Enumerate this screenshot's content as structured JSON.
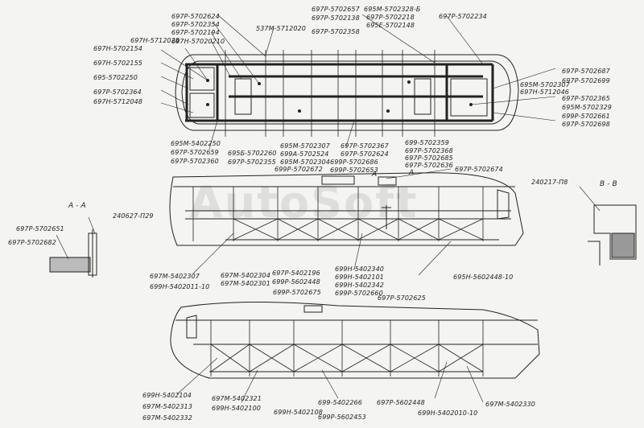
{
  "watermark": "AutoSoft",
  "section_labels": {
    "aa": "А - А",
    "vv": "В - В",
    "a_top": "А",
    "a_mid": "А"
  },
  "labels": {
    "t1": "697Р-5702624",
    "t2": "697Р-5702354",
    "t3": "697Р-5702194",
    "t4": "697Н-57020210",
    "t5": "697Н-5712028",
    "t6": "537М-5712020",
    "t7": "697Р-5702657",
    "t8": "697Р-5702138",
    "t9": "697Р-5702358",
    "t10": "695М-5702328-Б",
    "t11": "697Р-5702218",
    "t12": "695Е-5702148",
    "t13": "697Р-5702234",
    "l1": "697Н-5702154",
    "l2": "697Н-5702155",
    "l3": "695-5702250",
    "l4": "697Р-5702364",
    "l5": "697Н-5712048",
    "r1": "697Р-5702687",
    "r2": "697Р-5702699",
    "r3": "695М-5702307",
    "r4": "697Н-5712046",
    "r5": "697Р-5702365",
    "r6": "695М-5702329",
    "r7": "699Р-5702661",
    "r8": "697Р-5702698",
    "b1": "695М-5402250",
    "b2": "697Р-5702659",
    "b3": "697Р-5702360",
    "b4": "695Б-5702260",
    "b5": "697Р-5702355",
    "b6": "695М-5702307",
    "b7": "699А-5702524",
    "b8": "695М-5702304",
    "b9": "699Р-5702672",
    "b10": "697Р-5702367",
    "b11": "697Р-5702624",
    "b12": "699Р-5702686",
    "b13": "699Р-5702653",
    "b14": "699-5702359",
    "b15": "697Р-5702368",
    "b16": "697Р-5702685",
    "b17": "697Р-5702636",
    "m1": "697Р-5702674",
    "m2": "240217-П8",
    "m3": "240627-П29",
    "m4": "697Р-5702651",
    "m5": "697Р-5702682",
    "c1": "697М-5402307",
    "c2": "699Н-5402011-10",
    "c3": "697М-5402304",
    "c4": "697М-5402301",
    "c5": "697Р-5402196",
    "c6": "699Р-5602448",
    "c7": "699Р-5702675",
    "c8": "699Н-5402340",
    "c9": "699Н-5402101",
    "c10": "699Н-5402342",
    "c11": "699Р-5702660",
    "c12": "697Р-5702625",
    "c13": "695Н-5602448-10",
    "d1": "699Н-5402104",
    "d2": "697М-5402313",
    "d3": "697М-5402332",
    "d4": "697М-5402321",
    "d5": "699Н-5402100",
    "d6": "699Н-5402108",
    "d7": "699-5402266",
    "d8": "699Р-5602453",
    "d9": "697Р-5602448",
    "d10": "699Н-5402010-10",
    "d11": "697М-5402330"
  }
}
